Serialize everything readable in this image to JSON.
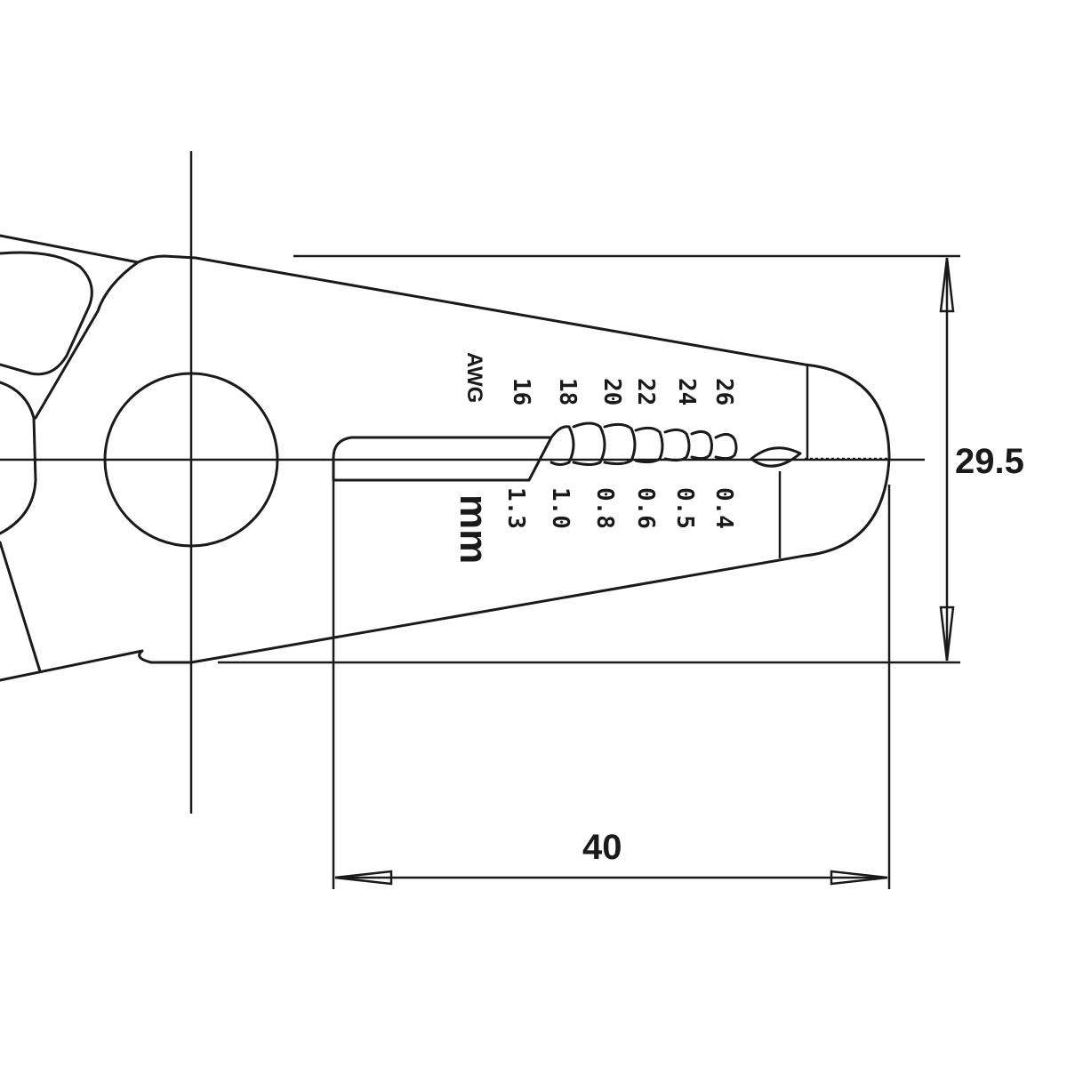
{
  "dimensions": {
    "height_label": "29.5",
    "length_label": "40"
  },
  "scale": {
    "awg_unit": "AWG",
    "mm_unit": "mm",
    "awg": [
      "16",
      "18",
      "20",
      "22",
      "24",
      "26"
    ],
    "mm": [
      "1.3",
      "1.0",
      "0.8",
      "0.6",
      "0.5",
      "0.4"
    ]
  },
  "colors": {
    "line": "#1a1a1a",
    "background": "#ffffff"
  }
}
